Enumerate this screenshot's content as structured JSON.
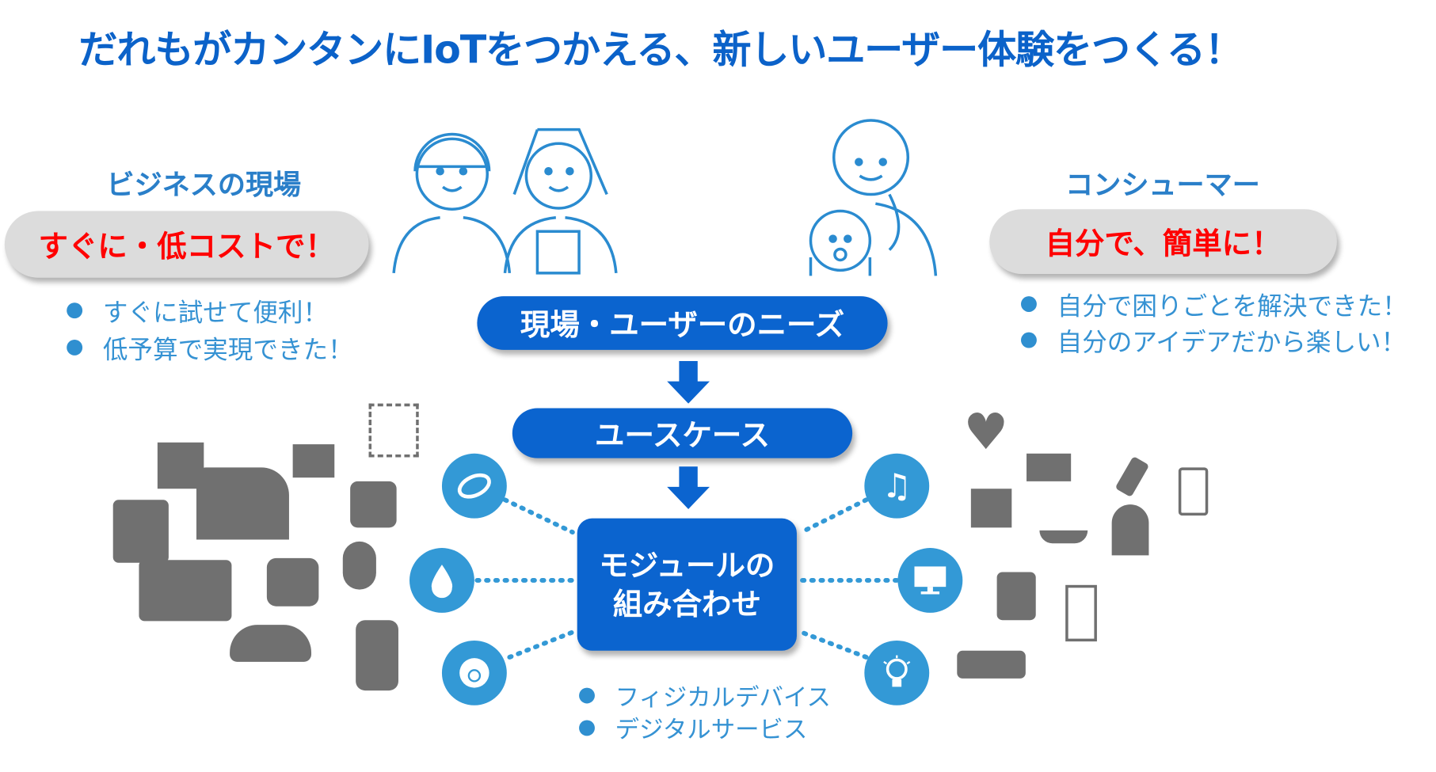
{
  "title": "だれもがカンタンにIoTをつかえる、新しいユーザー体験をつくる！",
  "business": {
    "heading": "ビジネスの現場",
    "slogan": "すぐに・低コストで！",
    "bullets": [
      "すぐに試せて便利！",
      "低予算で実現できた！"
    ]
  },
  "consumer": {
    "heading": "コンシューマー",
    "slogan": "自分で、簡単に！",
    "bullets": [
      "自分で困りごとを解決できた！",
      "自分のアイデアだから楽しい！"
    ]
  },
  "flow": {
    "needs": "現場・ユーザーのニーズ",
    "usecase": "ユースケース",
    "module_line1": "モジュールの",
    "module_line2": "組み合わせ",
    "module_bullets": [
      "フィジカルデバイス",
      "デジタルサービス"
    ]
  },
  "colors": {
    "primary": "#0b64cf",
    "accent": "#3399d6",
    "red": "#ff0000",
    "gray": "#707070"
  }
}
